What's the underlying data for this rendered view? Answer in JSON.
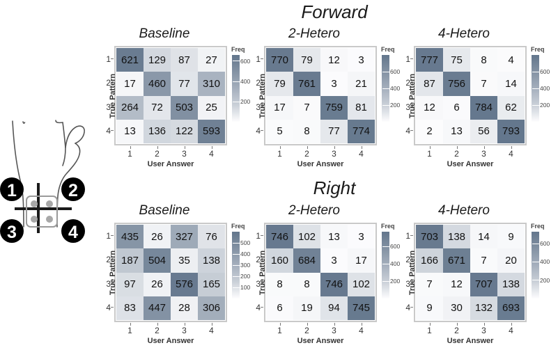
{
  "figure": {
    "row_titles": [
      "Forward",
      "Right"
    ],
    "axis_labels": {
      "x": "User Answer",
      "y": "True Pattern"
    },
    "tick_labels": {
      "x": [
        "1",
        "2",
        "3",
        "4"
      ],
      "y": [
        "1",
        "2",
        "3",
        "4"
      ]
    },
    "colorbar_title": "Freq",
    "colors": {
      "high": "#66788c",
      "low": "#fbfbfc",
      "frame": "#c9c9c9",
      "text": "#111111",
      "marker_fill": "#000000",
      "button_dot": "#a8a8a8"
    },
    "device_markers": [
      "1",
      "2",
      "3",
      "4"
    ]
  },
  "chart_data": [
    {
      "type": "heatmap",
      "title": "Baseline",
      "row_group": "Forward",
      "xlabel": "User Answer",
      "ylabel": "True Pattern",
      "xticks": [
        "1",
        "2",
        "3",
        "4"
      ],
      "yticks": [
        "1",
        "2",
        "3",
        "4"
      ],
      "values": [
        [
          621,
          129,
          87,
          27
        ],
        [
          17,
          460,
          77,
          310
        ],
        [
          264,
          72,
          503,
          25
        ],
        [
          13,
          136,
          122,
          593
        ]
      ],
      "colorbar": {
        "label": "Freq",
        "ticks": [
          200,
          400,
          600
        ],
        "vmin": 0,
        "vmax": 660
      }
    },
    {
      "type": "heatmap",
      "title": "2-Hetero",
      "row_group": "Forward",
      "xlabel": "User Answer",
      "ylabel": "True Pattern",
      "xticks": [
        "1",
        "2",
        "3",
        "4"
      ],
      "yticks": [
        "1",
        "2",
        "3",
        "4"
      ],
      "values": [
        [
          770,
          79,
          12,
          3
        ],
        [
          79,
          761,
          3,
          21
        ],
        [
          17,
          7,
          759,
          81
        ],
        [
          5,
          8,
          77,
          774
        ]
      ],
      "colorbar": {
        "label": "Freq",
        "ticks": [
          200,
          400,
          600
        ],
        "vmin": 0,
        "vmax": 800
      }
    },
    {
      "type": "heatmap",
      "title": "4-Hetero",
      "row_group": "Forward",
      "xlabel": "User Answer",
      "ylabel": "True Pattern",
      "xticks": [
        "1",
        "2",
        "3",
        "4"
      ],
      "yticks": [
        "1",
        "2",
        "3",
        "4"
      ],
      "values": [
        [
          777,
          75,
          8,
          4
        ],
        [
          87,
          756,
          7,
          14
        ],
        [
          12,
          6,
          784,
          62
        ],
        [
          2,
          13,
          56,
          793
        ]
      ],
      "colorbar": {
        "label": "Freq",
        "ticks": [
          200,
          400,
          600
        ],
        "vmin": 0,
        "vmax": 800
      }
    },
    {
      "type": "heatmap",
      "title": "Baseline",
      "row_group": "Right",
      "xlabel": "User Answer",
      "ylabel": "True Pattern",
      "xticks": [
        "1",
        "2",
        "3",
        "4"
      ],
      "yticks": [
        "1",
        "2",
        "3",
        "4"
      ],
      "values": [
        [
          435,
          26,
          327,
          76
        ],
        [
          187,
          504,
          35,
          138
        ],
        [
          97,
          26,
          576,
          165
        ],
        [
          83,
          447,
          28,
          306
        ]
      ],
      "colorbar": {
        "label": "Freq",
        "ticks": [
          100,
          200,
          300,
          400,
          500
        ],
        "vmin": 0,
        "vmax": 600
      }
    },
    {
      "type": "heatmap",
      "title": "2-Hetero",
      "row_group": "Right",
      "xlabel": "User Answer",
      "ylabel": "True Pattern",
      "xticks": [
        "1",
        "2",
        "3",
        "4"
      ],
      "yticks": [
        "1",
        "2",
        "3",
        "4"
      ],
      "values": [
        [
          746,
          102,
          13,
          3
        ],
        [
          160,
          684,
          3,
          17
        ],
        [
          8,
          8,
          746,
          102
        ],
        [
          6,
          19,
          94,
          745
        ]
      ],
      "colorbar": {
        "label": "Freq",
        "ticks": [
          200,
          400,
          600
        ],
        "vmin": 0,
        "vmax": 770
      }
    },
    {
      "type": "heatmap",
      "title": "4-Hetero",
      "row_group": "Right",
      "xlabel": "User Answer",
      "ylabel": "True Pattern",
      "xticks": [
        "1",
        "2",
        "3",
        "4"
      ],
      "yticks": [
        "1",
        "2",
        "3",
        "4"
      ],
      "values": [
        [
          703,
          138,
          14,
          9
        ],
        [
          166,
          671,
          7,
          20
        ],
        [
          7,
          12,
          707,
          138
        ],
        [
          9,
          30,
          132,
          693
        ]
      ],
      "colorbar": {
        "label": "Freq",
        "ticks": [
          200,
          400,
          600
        ],
        "vmin": 0,
        "vmax": 730
      }
    }
  ]
}
